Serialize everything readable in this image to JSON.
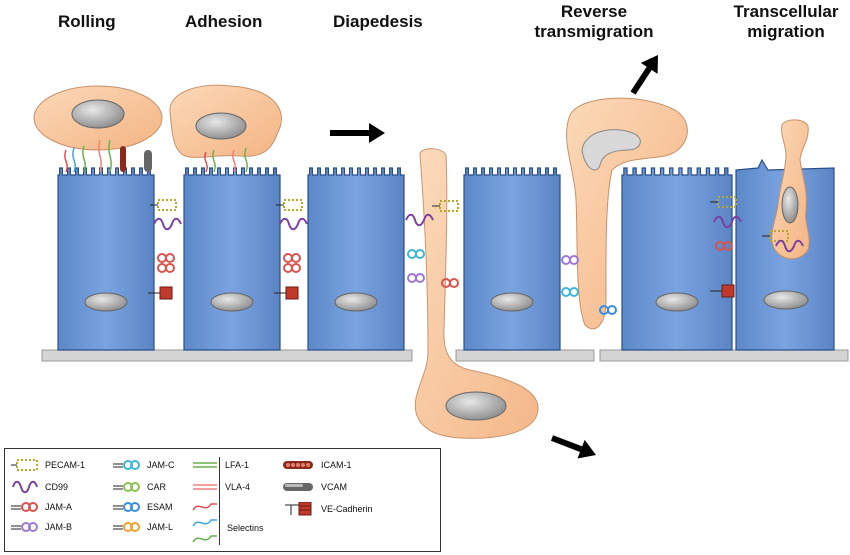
{
  "stages": {
    "rolling": "Rolling",
    "adhesion": "Adhesion",
    "diapedesis": "Diapedesis",
    "reverse_line1": "Reverse",
    "reverse_line2": "transmigration",
    "transcellular_line1": "Transcellular",
    "transcellular_line2": "migration"
  },
  "legend": {
    "pecam1": "PECAM-1",
    "cd99": "CD99",
    "jama": "JAM-A",
    "jamb": "JAM-B",
    "jamc": "JAM-C",
    "car": "CAR",
    "esam": "ESAM",
    "jaml": "JAM-L",
    "lfa1": "LFA-1",
    "vla4": "VLA-4",
    "selectins": "Selectins",
    "icam1": "ICAM-1",
    "vcam": "VCAM",
    "vecadherin": "VE-Cadherin"
  },
  "colors": {
    "endothelial_cell": "#6e98d6",
    "endothelial_edge": "#2a4f8a",
    "leukocyte": "#f8c9a0",
    "nucleus": "#a9a9a9",
    "basement_membrane": "#d0d0d0",
    "pecam": "#b8a82a",
    "cd99": "#7a3fa0",
    "jama": "#d9534f",
    "jamb": "#9b7bd1",
    "jamc": "#3fb6d6",
    "car": "#8cc152",
    "esam": "#3a8fd6",
    "jaml": "#f0a030",
    "lfa1": "#6ab04c",
    "vla4": "#f08080",
    "icam1": "#8b2a1a",
    "vcam": "#555555",
    "vecadherin": "#c0392b"
  }
}
